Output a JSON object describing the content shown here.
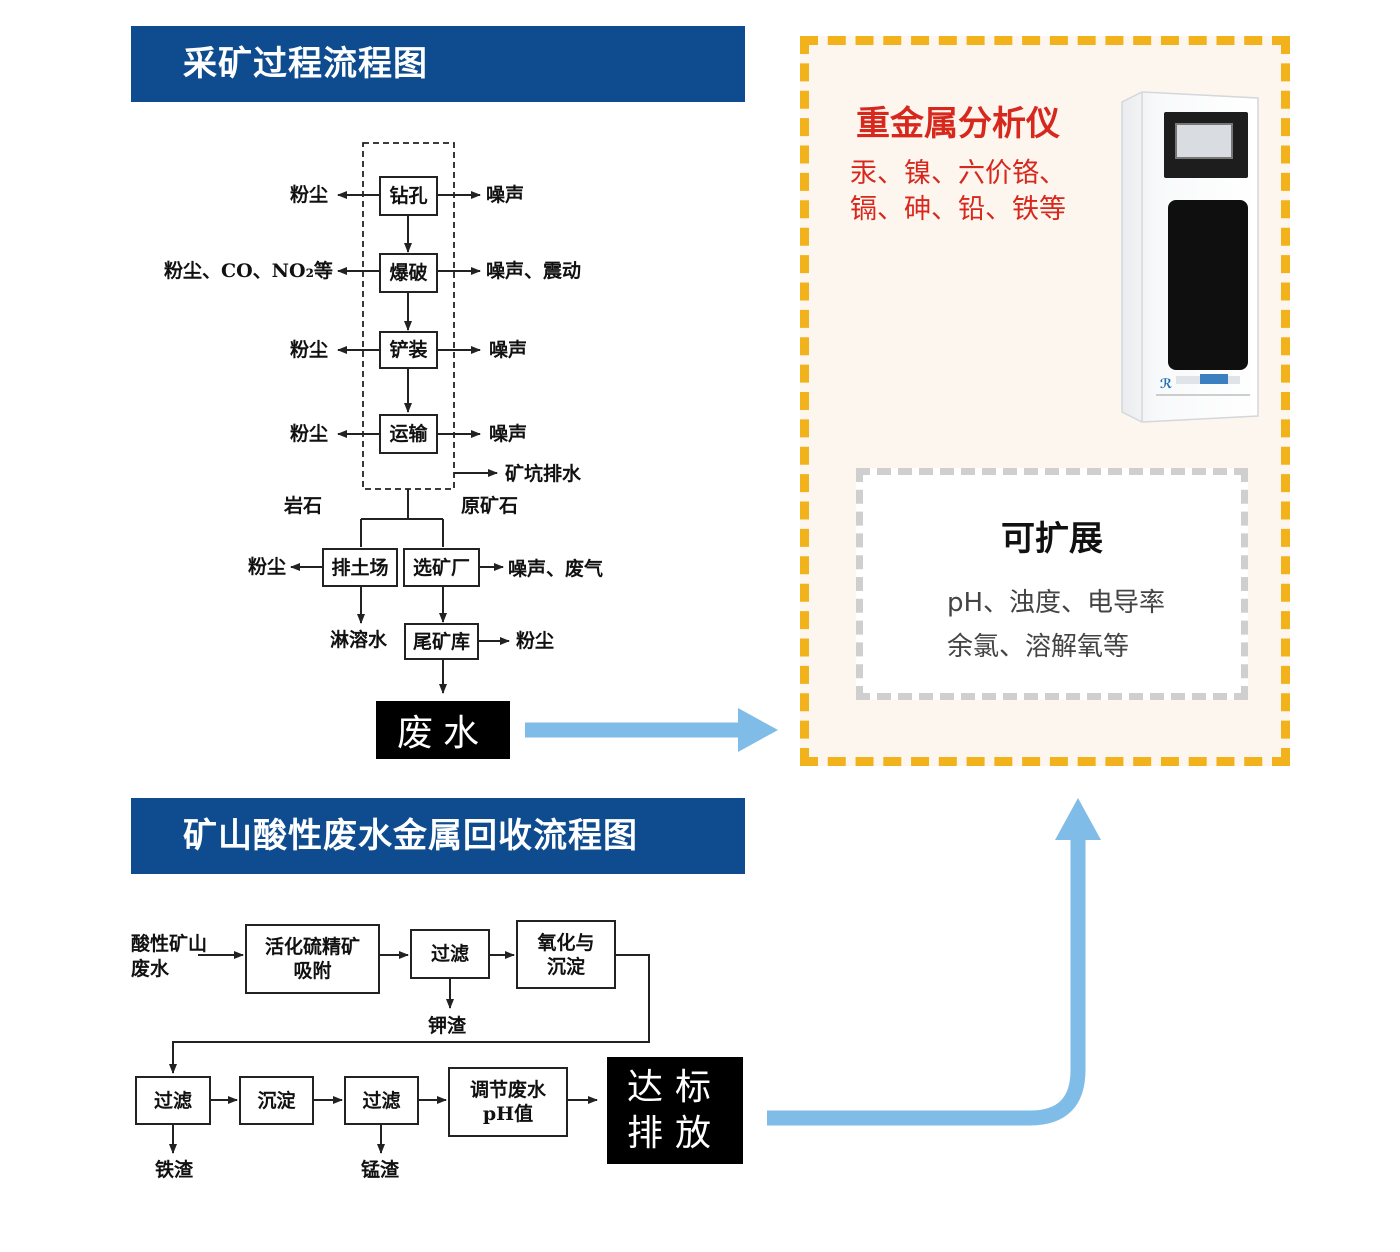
{
  "mining": {
    "title": "采矿过程流程图",
    "steps": [
      "钻孔",
      "爆破",
      "铲装",
      "运输"
    ],
    "left_outputs": [
      "粉尘",
      "粉尘、CO、NO₂等",
      "粉尘",
      "粉尘"
    ],
    "right_outputs": [
      "噪声",
      "噪声、震动",
      "噪声",
      "噪声"
    ],
    "pit_drainage": "矿坑排水",
    "rock": "岩石",
    "raw_ore": "原矿石",
    "dump": "排土场",
    "dump_left": "粉尘",
    "dump_below": "淋溶水",
    "plant": "选矿厂",
    "plant_right": "噪声、废气",
    "tailings": "尾矿库",
    "tailings_right": "粉尘",
    "wastewater": "废水"
  },
  "recovery": {
    "title": "矿山酸性废水金属回收流程图",
    "input": "酸性矿山废水",
    "row1": [
      "活化硫精矿吸附",
      "过滤",
      "氧化与沉淀"
    ],
    "row1_byproduct": "钾渣",
    "row2": [
      "过滤",
      "沉淀",
      "过滤",
      "调节废水pH值"
    ],
    "row2_byproducts": [
      "铁渣",
      "锰渣"
    ],
    "discharge": "达标排放"
  },
  "analyzer": {
    "title": "重金属分析仪",
    "desc_line1": "汞、镍、六价铬、",
    "desc_line2": "镉、砷、铅、铁等"
  },
  "extensible": {
    "title": "可扩展",
    "desc_line1": "pH、浊度、电导率",
    "desc_line2": "余氯、溶解氧等"
  },
  "colors": {
    "banner": "#0e4c8f",
    "panel_border": "#f2b21c",
    "accent_red": "#d7281d",
    "arrow_blue": "#7fbde8"
  }
}
